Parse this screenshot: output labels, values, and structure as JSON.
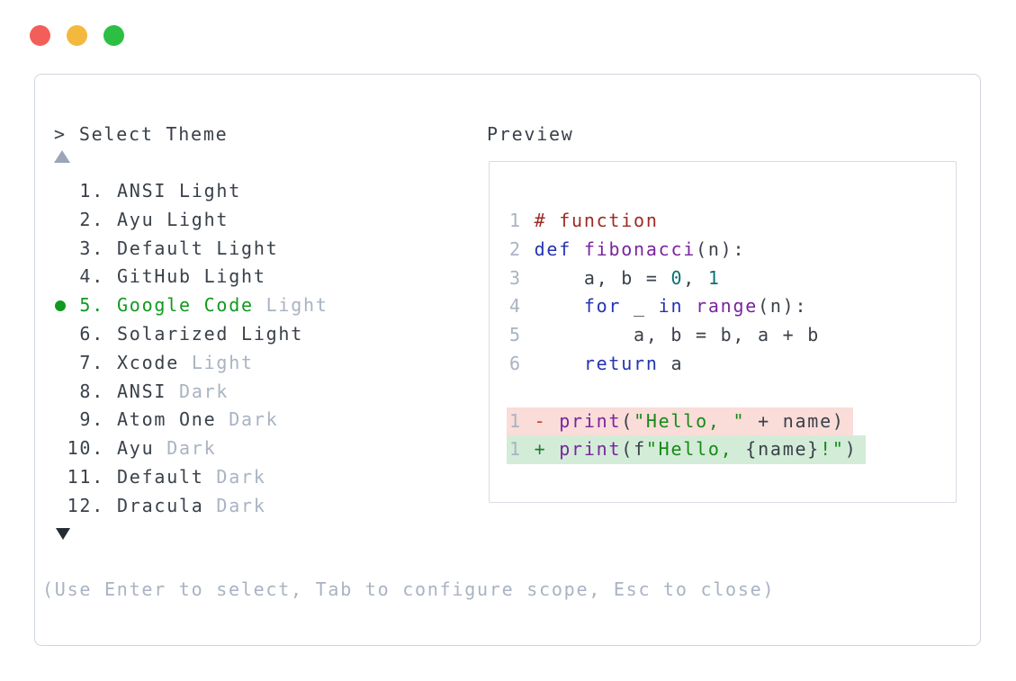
{
  "titlebar": {
    "traffic_lights": [
      {
        "name": "close",
        "color": "#f25f58"
      },
      {
        "name": "minimize",
        "color": "#f3b93e"
      },
      {
        "name": "zoom",
        "color": "#2dbf44"
      }
    ]
  },
  "picker": {
    "prompt_char": ">",
    "title": "Select Theme",
    "icons": {
      "scroll_up": "up-triangle",
      "scroll_down": "down-triangle",
      "selected_bullet": "filled-circle"
    },
    "items": [
      {
        "num": "1.",
        "name": "ANSI",
        "variant": "Light",
        "variant_muted": false,
        "selected": false
      },
      {
        "num": "2.",
        "name": "Ayu",
        "variant": "Light",
        "variant_muted": false,
        "selected": false
      },
      {
        "num": "3.",
        "name": "Default",
        "variant": "Light",
        "variant_muted": false,
        "selected": false
      },
      {
        "num": "4.",
        "name": "GitHub",
        "variant": "Light",
        "variant_muted": false,
        "selected": false
      },
      {
        "num": "5.",
        "name": "Google Code",
        "variant": "Light",
        "variant_muted": true,
        "selected": true
      },
      {
        "num": "6.",
        "name": "Solarized",
        "variant": "Light",
        "variant_muted": false,
        "selected": false
      },
      {
        "num": "7.",
        "name": "Xcode",
        "variant": "Light",
        "variant_muted": true,
        "selected": false
      },
      {
        "num": "8.",
        "name": "ANSI",
        "variant": "Dark",
        "variant_muted": true,
        "selected": false
      },
      {
        "num": "9.",
        "name": "Atom One",
        "variant": "Dark",
        "variant_muted": true,
        "selected": false
      },
      {
        "num": "10.",
        "name": "Ayu",
        "variant": "Dark",
        "variant_muted": true,
        "selected": false
      },
      {
        "num": "11.",
        "name": "Default",
        "variant": "Dark",
        "variant_muted": true,
        "selected": false
      },
      {
        "num": "12.",
        "name": "Dracula",
        "variant": "Dark",
        "variant_muted": true,
        "selected": false
      }
    ],
    "footer_hint": "(Use Enter to select, Tab to configure scope, Esc to close)"
  },
  "preview": {
    "label": "Preview",
    "code_lines": [
      {
        "tokens": [
          [
            "ln",
            "1"
          ],
          [
            "pl",
            " "
          ],
          [
            "cm",
            "# function"
          ]
        ]
      },
      {
        "tokens": [
          [
            "ln",
            "2"
          ],
          [
            "pl",
            " "
          ],
          [
            "kw",
            "def"
          ],
          [
            "pl",
            " "
          ],
          [
            "fn",
            "fibonacci"
          ],
          [
            "pl",
            "(n):"
          ]
        ]
      },
      {
        "tokens": [
          [
            "ln",
            "3"
          ],
          [
            "pl",
            "     a, b = "
          ],
          [
            "num",
            "0"
          ],
          [
            "pl",
            ", "
          ],
          [
            "num",
            "1"
          ]
        ]
      },
      {
        "tokens": [
          [
            "ln",
            "4"
          ],
          [
            "pl",
            "     "
          ],
          [
            "kw",
            "for"
          ],
          [
            "pl",
            " _ "
          ],
          [
            "kw",
            "in"
          ],
          [
            "pl",
            " "
          ],
          [
            "fn",
            "range"
          ],
          [
            "pl",
            "(n):"
          ]
        ]
      },
      {
        "tokens": [
          [
            "ln",
            "5"
          ],
          [
            "pl",
            "         a, b = b, a + b"
          ]
        ]
      },
      {
        "tokens": [
          [
            "ln",
            "6"
          ],
          [
            "pl",
            "     "
          ],
          [
            "kw",
            "return"
          ],
          [
            "pl",
            " a"
          ]
        ]
      },
      {
        "tokens": []
      },
      {
        "diff": "removed",
        "tokens": [
          [
            "ln",
            "1"
          ],
          [
            "pl",
            " "
          ],
          [
            "del",
            "-"
          ],
          [
            "pl",
            " "
          ],
          [
            "fn",
            "print"
          ],
          [
            "pl",
            "("
          ],
          [
            "str",
            "\"Hello, \""
          ],
          [
            "pl",
            " + name)"
          ]
        ]
      },
      {
        "diff": "added",
        "tokens": [
          [
            "ln",
            "1"
          ],
          [
            "pl",
            " "
          ],
          [
            "add",
            "+"
          ],
          [
            "pl",
            " "
          ],
          [
            "fn",
            "print"
          ],
          [
            "pl",
            "(f"
          ],
          [
            "str",
            "\"Hello, "
          ],
          [
            "pl",
            "{name}"
          ],
          [
            "str",
            "!\""
          ],
          [
            "pl",
            ")"
          ]
        ]
      }
    ]
  },
  "colors": {
    "text_dark": "#3a414a",
    "muted": "#a9b3c2",
    "sel_green": "#12991f",
    "kw_blue": "#2433b2",
    "fn_purple": "#7a249e",
    "num_teal": "#0e7070",
    "str_green": "#178a17",
    "cm_red": "#9d2b24",
    "del_red": "#cc3a31",
    "add_green": "#1e7e2d",
    "bg_del": "#fadcd9",
    "bg_add": "#d3ecd8",
    "window_border": "#cfd4de",
    "panel_border": "#d8dce4",
    "scroll_up": "#9aa5b8",
    "scroll_down": "#262b33"
  }
}
